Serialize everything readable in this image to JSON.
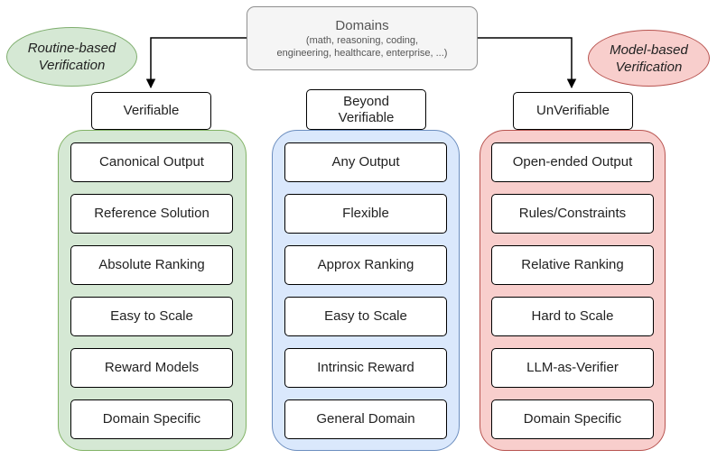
{
  "domains": {
    "title": "Domains",
    "subtitle_line1": "(math, reasoning, coding,",
    "subtitle_line2": "engineering, healthcare, enterprise, ...)"
  },
  "left_label": {
    "line1": "Routine-based",
    "line2": "Verification"
  },
  "right_label": {
    "line1": "Model-based",
    "line2": "Verification"
  },
  "columns": [
    {
      "header_line1": "Verifiable",
      "header_line2": "",
      "items": [
        "Canonical Output",
        "Reference Solution",
        "Absolute Ranking",
        "Easy to Scale",
        "Reward Models",
        "Domain Specific"
      ]
    },
    {
      "header_line1": "Beyond",
      "header_line2": "Verifiable",
      "items": [
        "Any Output",
        "Flexible",
        "Approx Ranking",
        "Easy to Scale",
        "Intrinsic Reward",
        "General Domain"
      ]
    },
    {
      "header_line1": "UnVerifiable",
      "header_line2": "",
      "items": [
        "Open-ended Output",
        "Rules/Constraints",
        "Relative Ranking",
        "Hard to Scale",
        "LLM-as-Verifier",
        "Domain Specific"
      ]
    }
  ],
  "colors": {
    "verifiable_fill": "#d5e8d4",
    "verifiable_stroke": "#82b366",
    "beyond_fill": "#dae8fc",
    "beyond_stroke": "#6c8ebf",
    "unverifiable_fill": "#f8cecc",
    "unverifiable_stroke": "#b85450"
  }
}
